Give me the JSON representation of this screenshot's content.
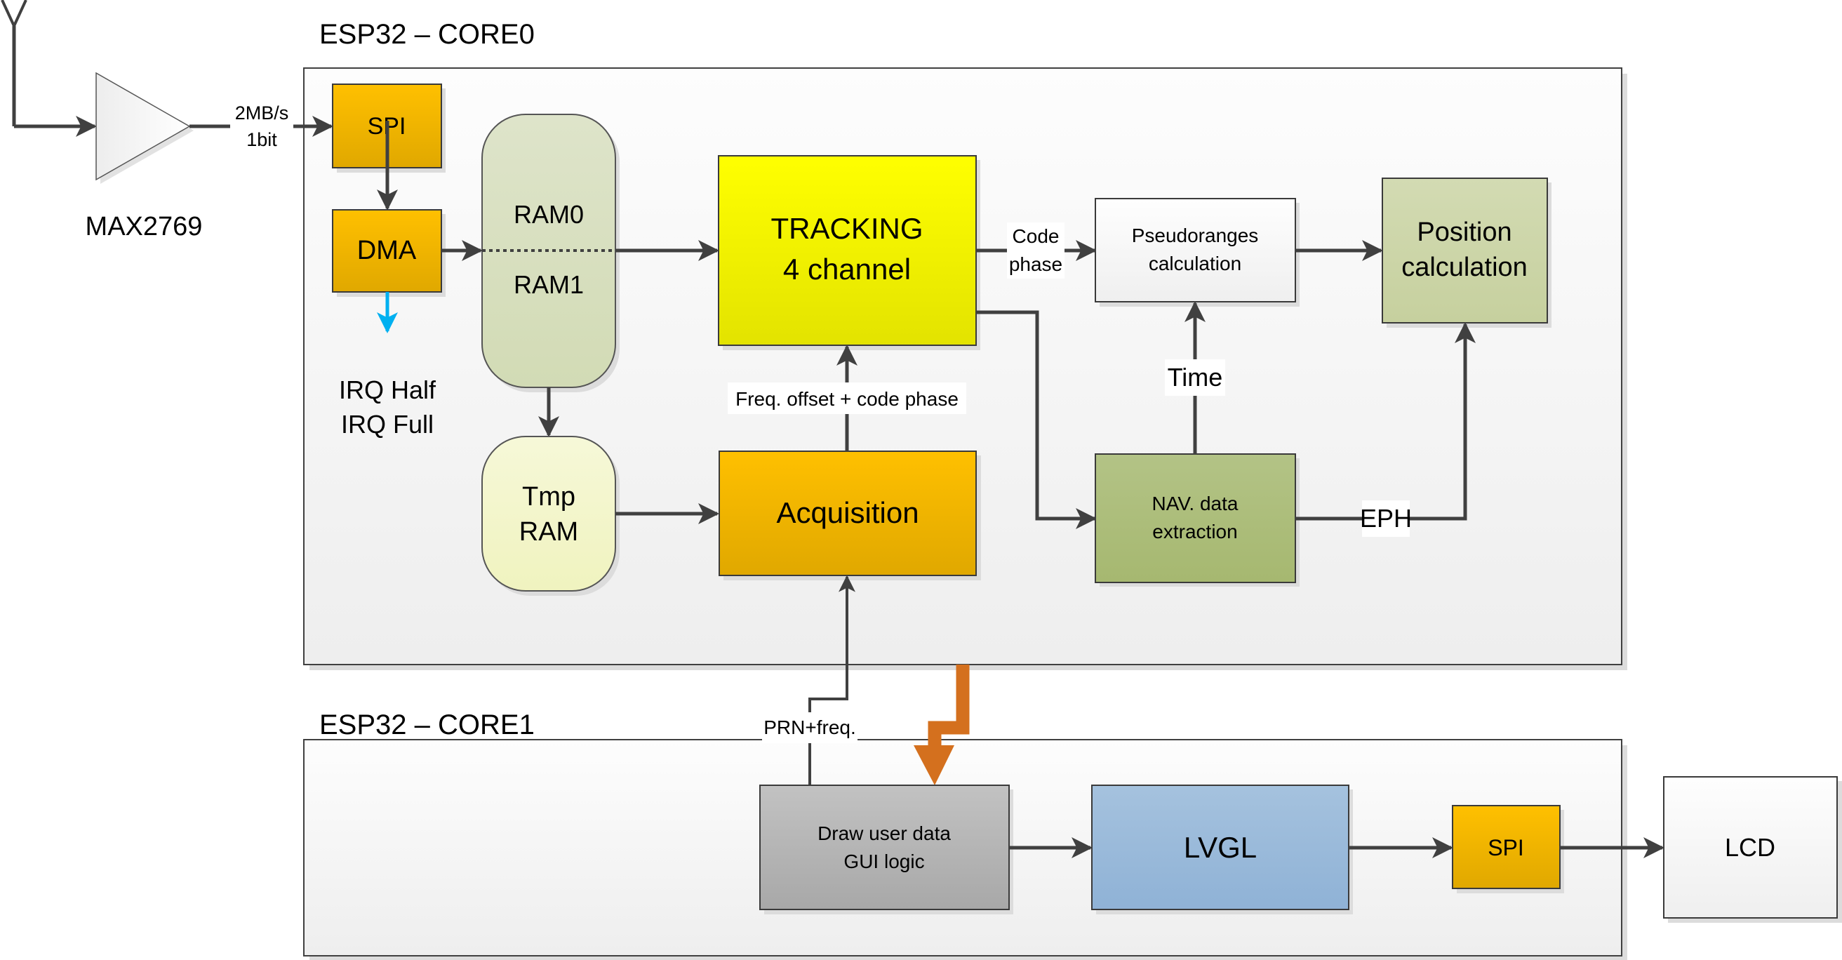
{
  "diagram": {
    "title": "GPS receiver block diagram on ESP32",
    "containers": {
      "core0": {
        "label": "ESP32 – CORE0"
      },
      "core1": {
        "label": "ESP32 – CORE1"
      }
    },
    "rf_frontend": {
      "chip_label": "MAX2769",
      "link_label_line1": "2MB/s",
      "link_label_line2": "1bit"
    },
    "blocks": {
      "spi_in": {
        "label": "SPI"
      },
      "dma": {
        "label": "DMA"
      },
      "ram": {
        "line1": "RAM0",
        "line2": "RAM1"
      },
      "tmp_ram": {
        "line1": "Tmp",
        "line2": "RAM"
      },
      "tracking": {
        "line1": "TRACKING",
        "line2": "4 channel"
      },
      "acquisition": {
        "label": "Acquisition"
      },
      "pseudoranges": {
        "line1": "Pseudoranges",
        "line2": "calculation"
      },
      "position": {
        "line1": "Position",
        "line2": "calculation"
      },
      "nav_data": {
        "line1": "NAV. data",
        "line2": "extraction"
      },
      "draw_gui": {
        "line1": "Draw user data",
        "line2": "GUI logic"
      },
      "lvgl": {
        "label": "LVGL"
      },
      "spi_out": {
        "label": "SPI"
      },
      "lcd": {
        "label": "LCD"
      }
    },
    "annotations": {
      "irq_line1": "IRQ Half",
      "irq_line2": "IRQ Full",
      "code_phase_line1": "Code",
      "code_phase_line2": "phase",
      "freq_offset": "Freq. offset + code phase",
      "time": "Time",
      "eph": "EPH",
      "prn_freq": "PRN+freq."
    },
    "colors": {
      "spi_dma_orange_top": "#FFC000",
      "spi_dma_orange_bottom": "#E0A800",
      "tracking_yellow_top": "#FFFF00",
      "tracking_yellow_bottom": "#E3E300",
      "ram_green": "#D7DEC0",
      "tmp_ram_cream": "#F2F4C6",
      "nav_green": "#AABD78",
      "position_green": "#CCD5AA",
      "draw_gray": "#B3B3B3",
      "lvgl_blue": "#9BBADA",
      "irq_arrow_blue": "#00B0F0",
      "core_link_orange": "#D4701E",
      "wire": "#404040"
    }
  }
}
